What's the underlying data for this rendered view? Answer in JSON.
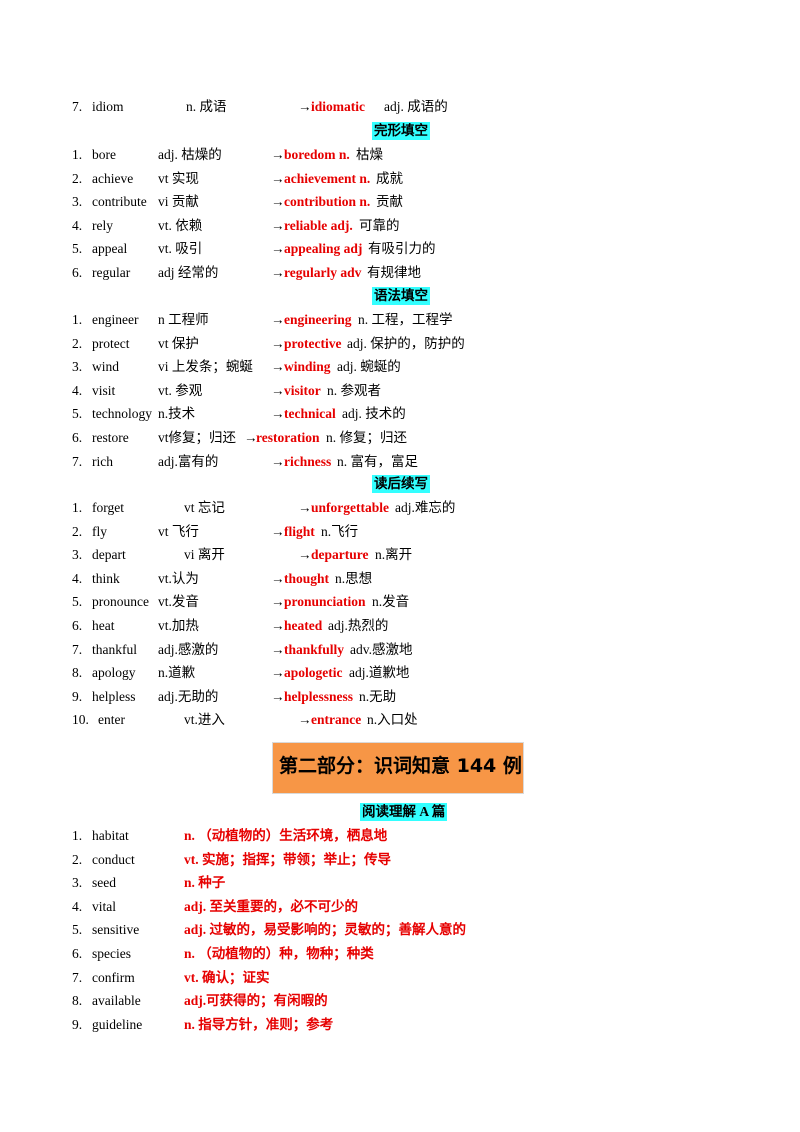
{
  "colors": {
    "accent_red": "#e60000",
    "heading_cyan": "#33ffff",
    "banner_orange": "#f79646"
  },
  "top_row": {
    "num": "7.",
    "word": "idiom",
    "pos": "n. 成语",
    "arrow": "→",
    "derived": "idiomatic",
    "meaning": "adj. 成语的"
  },
  "section1": {
    "heading": "完形填空",
    "rows": [
      {
        "num": "1.",
        "word": "bore",
        "pos": "adj. 枯燥的",
        "arrow": "→",
        "derived": "boredom n.",
        "meaning": "枯燥"
      },
      {
        "num": "2.",
        "word": "achieve",
        "pos": "vt 实现",
        "arrow": "→",
        "derived": "achievement n.",
        "meaning": "成就"
      },
      {
        "num": "3.",
        "word": "contribute",
        "pos": "vi 贡献",
        "arrow": "→",
        "derived": "contribution n.",
        "meaning": "贡献"
      },
      {
        "num": "4.",
        "word": "rely",
        "pos": "vt. 依赖",
        "arrow": "→",
        "derived": "reliable adj.",
        "meaning": "可靠的"
      },
      {
        "num": "5.",
        "word": "appeal",
        "pos": "vt. 吸引",
        "arrow": "→",
        "derived": "appealing adj",
        "meaning": "有吸引力的"
      },
      {
        "num": "6.",
        "word": "regular",
        "pos": "adj 经常的",
        "arrow": "→",
        "derived": "regularly adv",
        "meaning": "有规律地"
      }
    ]
  },
  "section2": {
    "heading": "语法填空",
    "rows": [
      {
        "num": "1.",
        "word": "engineer",
        "pos": "n 工程师",
        "arrow": "→",
        "derived": "engineering",
        "meaning": "n. 工程，工程学"
      },
      {
        "num": "2.",
        "word": "protect",
        "pos": "vt 保护",
        "arrow": "→",
        "derived": "protective",
        "meaning": "adj. 保护的，防护的"
      },
      {
        "num": "3.",
        "word": "wind",
        "pos": "vi 上发条；蜿蜒",
        "arrow": "→",
        "derived": "winding",
        "meaning": "adj. 蜿蜒的"
      },
      {
        "num": "4.",
        "word": "visit",
        "pos": "vt. 参观",
        "arrow": "→",
        "derived": "visitor",
        "meaning": "n. 参观者"
      },
      {
        "num": "5.",
        "word": "technology",
        "pos": "n.技术",
        "arrow": "→",
        "derived": "technical",
        "meaning": "adj. 技术的"
      },
      {
        "num": "6.",
        "word": "restore",
        "pos": "vt修复；归还",
        "arrow": "→",
        "derived": "restoration",
        "meaning": "n. 修复；归还"
      },
      {
        "num": "7.",
        "word": "rich",
        "pos": "adj.富有的",
        "arrow": "→",
        "derived": "richness",
        "meaning": "n. 富有，富足"
      }
    ]
  },
  "section3": {
    "heading": "读后续写",
    "rows": [
      {
        "num": "1.",
        "word": "forget",
        "pos": "vt 忘记",
        "arrow": "→",
        "derived": "unforgettable",
        "meaning": "adj.难忘的"
      },
      {
        "num": "2.",
        "word": "fly",
        "pos": "vt 飞行",
        "arrow": "→",
        "derived": "flight",
        "meaning": "n.飞行"
      },
      {
        "num": "3.",
        "word": "depart",
        "pos": "vi 离开",
        "arrow": "→",
        "derived": "departure",
        "meaning": "n.离开"
      },
      {
        "num": "4.",
        "word": "think",
        "pos": "vt.认为",
        "arrow": "→",
        "derived": "thought",
        "meaning": "n.思想"
      },
      {
        "num": "5.",
        "word": "pronounce",
        "pos": "vt.发音",
        "arrow": "→",
        "derived": "pronunciation",
        "meaning": "n.发音"
      },
      {
        "num": "6.",
        "word": "heat",
        "pos": "vt.加热",
        "arrow": "→",
        "derived": "heated",
        "meaning": "adj.热烈的"
      },
      {
        "num": "7.",
        "word": "thankful",
        "pos": "adj.感激的",
        "arrow": "→",
        "derived": "thankfully",
        "meaning": "adv.感激地"
      },
      {
        "num": "8.",
        "word": "apology",
        "pos": "n.道歉",
        "arrow": "→",
        "derived": "apologetic",
        "meaning": "adj.道歉地"
      },
      {
        "num": "9.",
        "word": "helpless",
        "pos": "adj.无助的",
        "arrow": "→",
        "derived": "helplessness",
        "meaning": "n.无助"
      },
      {
        "num": "10.",
        "word": "enter",
        "pos": "vt.进入",
        "arrow": "→",
        "derived": "entrance",
        "meaning": "n.入口处"
      }
    ]
  },
  "part2": {
    "title": "第二部分：识词知意 144 例"
  },
  "section4": {
    "heading": "阅读理解 A 篇",
    "rows": [
      {
        "num": "1.",
        "word": "habitat",
        "definition": "n. （动植物的）生活环境，栖息地"
      },
      {
        "num": "2.",
        "word": "conduct",
        "definition": "vt. 实施；指挥；带领；举止；传导"
      },
      {
        "num": "3.",
        "word": "seed",
        "definition": "n. 种子"
      },
      {
        "num": "4.",
        "word": "vital",
        "definition": "adj. 至关重要的，必不可少的"
      },
      {
        "num": "5.",
        "word": "sensitive",
        "definition": "adj. 过敏的，易受影响的；灵敏的；善解人意的"
      },
      {
        "num": "6.",
        "word": "species",
        "definition": "n. （动植物的）种，物种；种类"
      },
      {
        "num": "7.",
        "word": "confirm",
        "definition": "vt. 确认；证实"
      },
      {
        "num": "8.",
        "word": "available",
        "definition": "adj.可获得的；有闲暇的"
      },
      {
        "num": "9.",
        "word": "guideline",
        "definition": "n. 指导方针，准则；参考"
      }
    ]
  }
}
